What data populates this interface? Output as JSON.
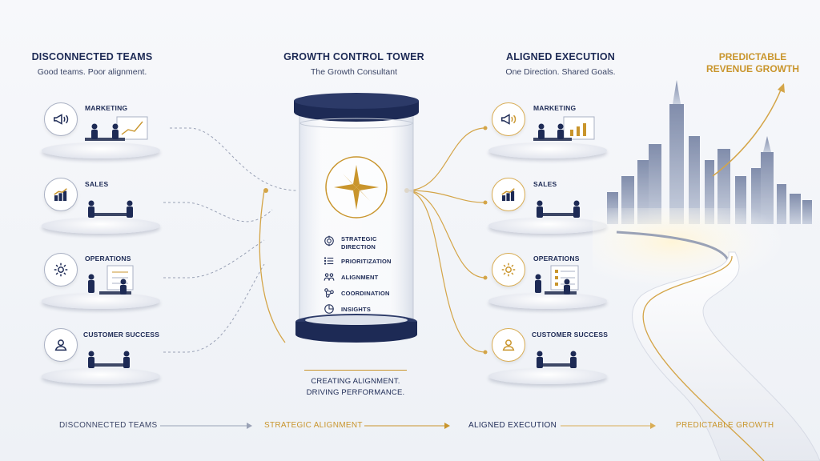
{
  "left": {
    "title": "DISCONNECTED TEAMS",
    "subtitle": "Good teams. Poor alignment.",
    "teams": [
      {
        "label": "MARKETING",
        "icon": "megaphone-icon"
      },
      {
        "label": "SALES",
        "icon": "bar-chart-icon"
      },
      {
        "label": "OPERATIONS",
        "icon": "gear-icon"
      },
      {
        "label": "CUSTOMER SUCCESS",
        "icon": "person-icon"
      }
    ]
  },
  "center": {
    "title": "GROWTH CONTROL TOWER",
    "subtitle": "The Growth Consultant",
    "features": [
      {
        "label": "STRATEGIC DIRECTION",
        "icon": "target-icon"
      },
      {
        "label": "PRIORITIZATION",
        "icon": "list-icon"
      },
      {
        "label": "ALIGNMENT",
        "icon": "people-icon"
      },
      {
        "label": "COORDINATION",
        "icon": "coordination-icon"
      },
      {
        "label": "INSIGHTS",
        "icon": "pie-chart-icon"
      }
    ],
    "tagline_1": "CREATING ALIGNMENT.",
    "tagline_2": "DRIVING PERFORMANCE."
  },
  "right": {
    "title": "ALIGNED EXECUTION",
    "subtitle": "One Direction. Shared Goals.",
    "teams": [
      {
        "label": "MARKETING",
        "icon": "megaphone-icon"
      },
      {
        "label": "SALES",
        "icon": "bar-chart-icon"
      },
      {
        "label": "OPERATIONS",
        "icon": "gear-icon"
      },
      {
        "label": "CUSTOMER SUCCESS",
        "icon": "person-icon"
      }
    ]
  },
  "growth": {
    "title_1": "PREDICTABLE",
    "title_2": "REVENUE GROWTH"
  },
  "flow": [
    "DISCONNECTED TEAMS",
    "STRATEGIC ALIGNMENT",
    "ALIGNED EXECUTION",
    "PREDICTABLE GROWTH"
  ],
  "colors": {
    "navy": "#1d2a55",
    "gold": "#c9952c",
    "grey": "#9aa2b6"
  }
}
